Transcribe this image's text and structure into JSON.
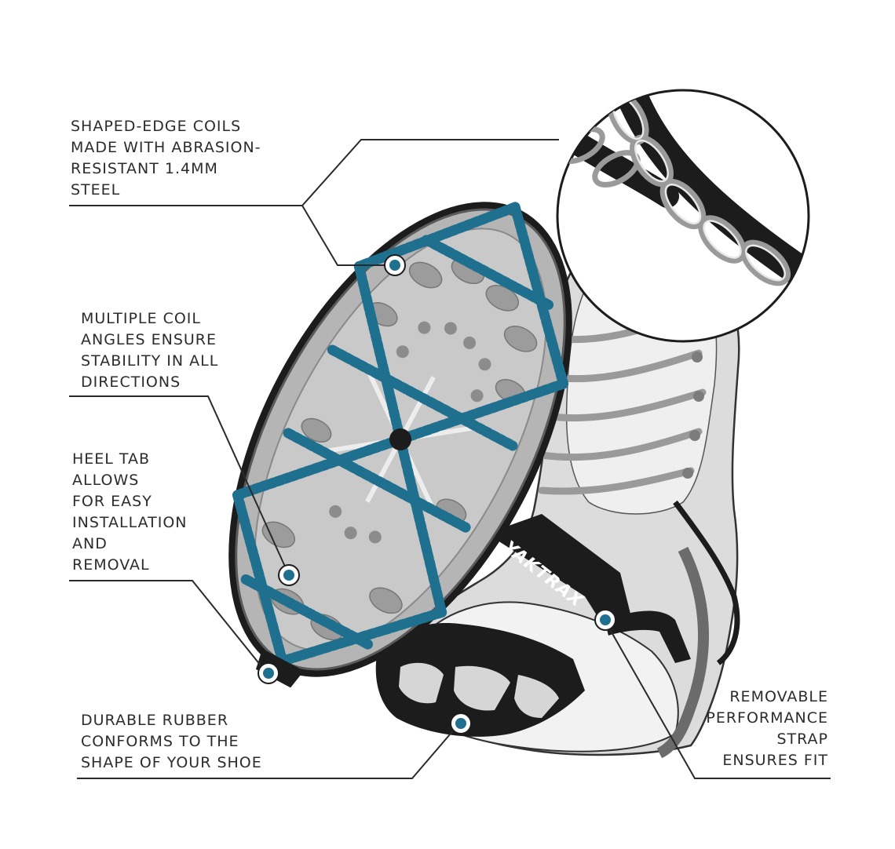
{
  "callouts": {
    "coils": [
      "SHAPED-EDGE COILS",
      "MADE WITH ABRASION-",
      "RESISTANT 1.4MM",
      "STEEL"
    ],
    "angles": [
      "MULTIPLE COIL",
      "ANGLES ENSURE",
      "STABILITY IN ALL",
      "DIRECTIONS"
    ],
    "heel": [
      "HEEL TAB",
      "ALLOWS",
      "FOR EASY",
      "INSTALLATION",
      "AND",
      "REMOVAL"
    ],
    "rubber": [
      "DURABLE RUBBER",
      "CONFORMS TO THE",
      "SHAPE OF YOUR SHOE"
    ],
    "strap": [
      "REMOVABLE",
      "PERFORMANCE",
      "STRAP",
      "ENSURES FIT"
    ]
  },
  "brand_text": "YAKTRAX",
  "colors": {
    "coil_blue": "#1f6f8f",
    "rubber_black": "#1c1c1c",
    "sole_gray": "#a9a9a9",
    "shoe_light": "#e4e4e4",
    "leader_line": "#2a2a2a",
    "text": "#2c2c2c"
  },
  "icons": [
    "callout-dot-icon",
    "magnifier-circle"
  ]
}
